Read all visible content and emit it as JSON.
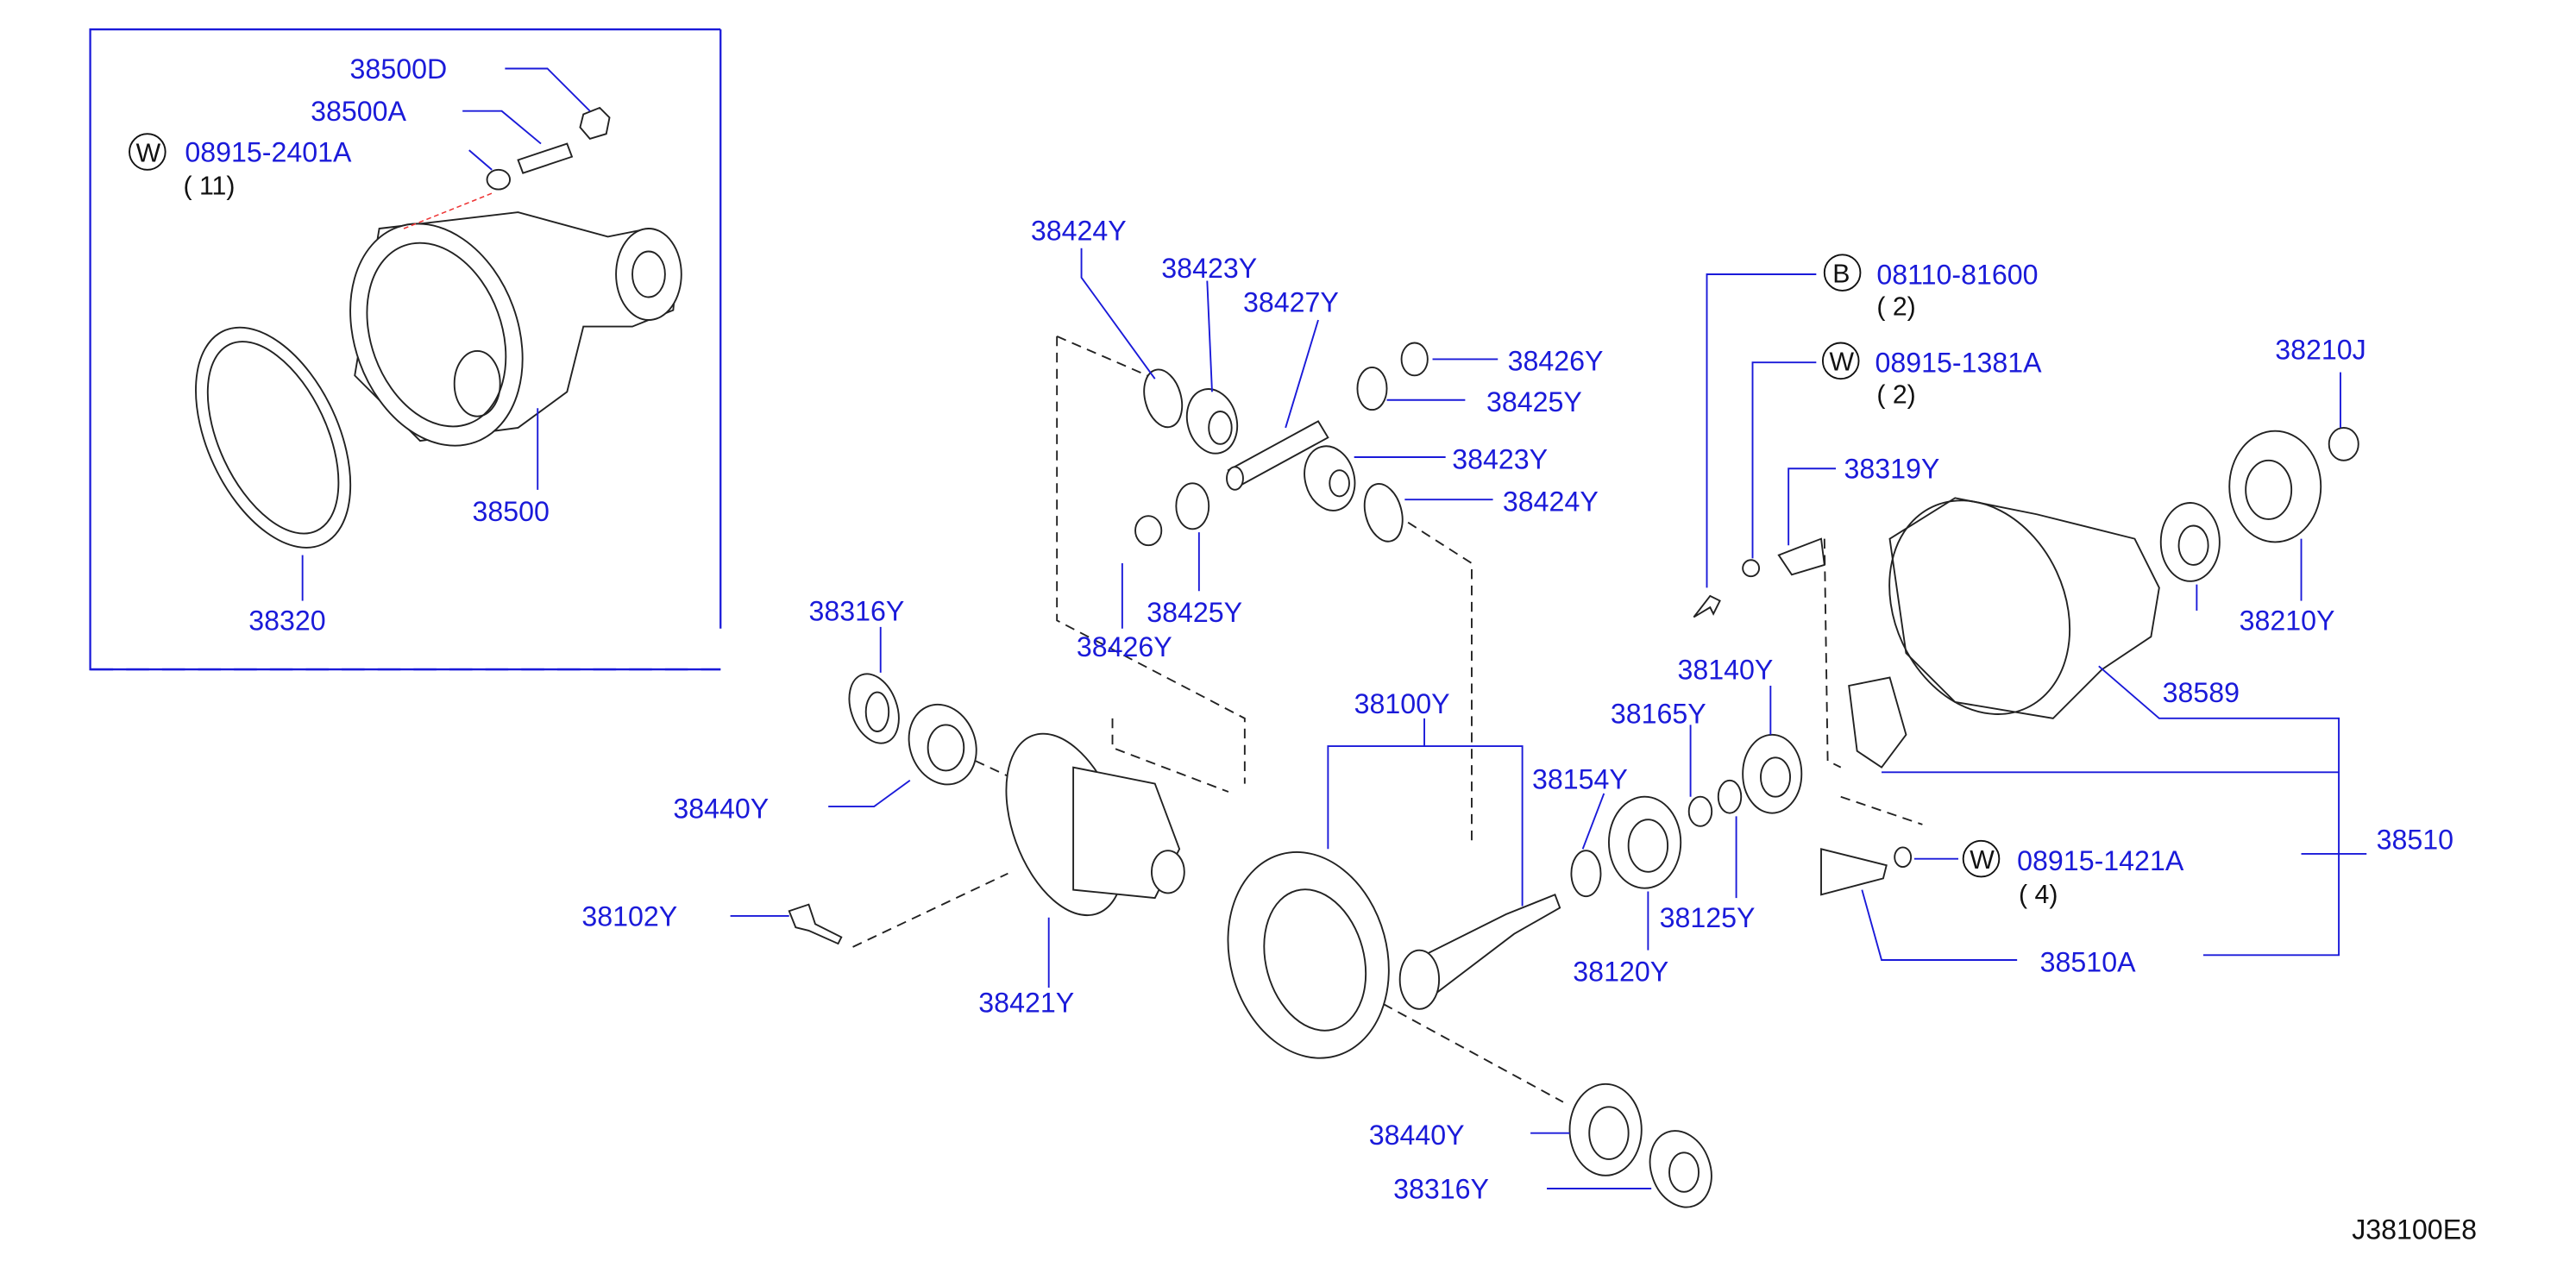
{
  "diagram_code": "J38100E8",
  "callouts": {
    "c38500D": "38500D",
    "c38500A": "38500A",
    "c08915_2401A": "08915-2401A",
    "c08915_2401A_qty": "( 11)",
    "c38500": "38500",
    "c38320": "38320",
    "c38424Y_top": "38424Y",
    "c38423Y_top": "38423Y",
    "c38427Y": "38427Y",
    "c38426Y_right": "38426Y",
    "c38425Y_right": "38425Y",
    "c38423Y_mid": "38423Y",
    "c38424Y_mid": "38424Y",
    "c38425Y_left": "38425Y",
    "c38426Y_left": "38426Y",
    "c38316Y_left": "38316Y",
    "c38440Y_left": "38440Y",
    "c38102Y": "38102Y",
    "c38421Y": "38421Y",
    "c38100Y": "38100Y",
    "c38154Y": "38154Y",
    "c38165Y": "38165Y",
    "c38140Y": "38140Y",
    "c38125Y": "38125Y",
    "c38120Y": "38120Y",
    "c38440Y_bottom": "38440Y",
    "c38316Y_bottom": "38316Y",
    "c08110_81600": "08110-81600",
    "c08110_81600_qty": "( 2)",
    "c08915_1381A": "08915-1381A",
    "c08915_1381A_qty": "( 2)",
    "c38210J": "38210J",
    "c38319Y": "38319Y",
    "c38210Y": "38210Y",
    "c38589": "38589",
    "c38510": "38510",
    "c08915_1421A": "08915-1421A",
    "c08915_1421A_qty": "( 4)",
    "c38510A": "38510A"
  },
  "symbols": {
    "washer_symbol": "W",
    "bolt_symbol": "B"
  },
  "colors": {
    "callout_text": "#1a1ad9",
    "leader_line": "#1a1ad9",
    "part_outline": "#222222",
    "hidden_marker": "#ee3333"
  }
}
